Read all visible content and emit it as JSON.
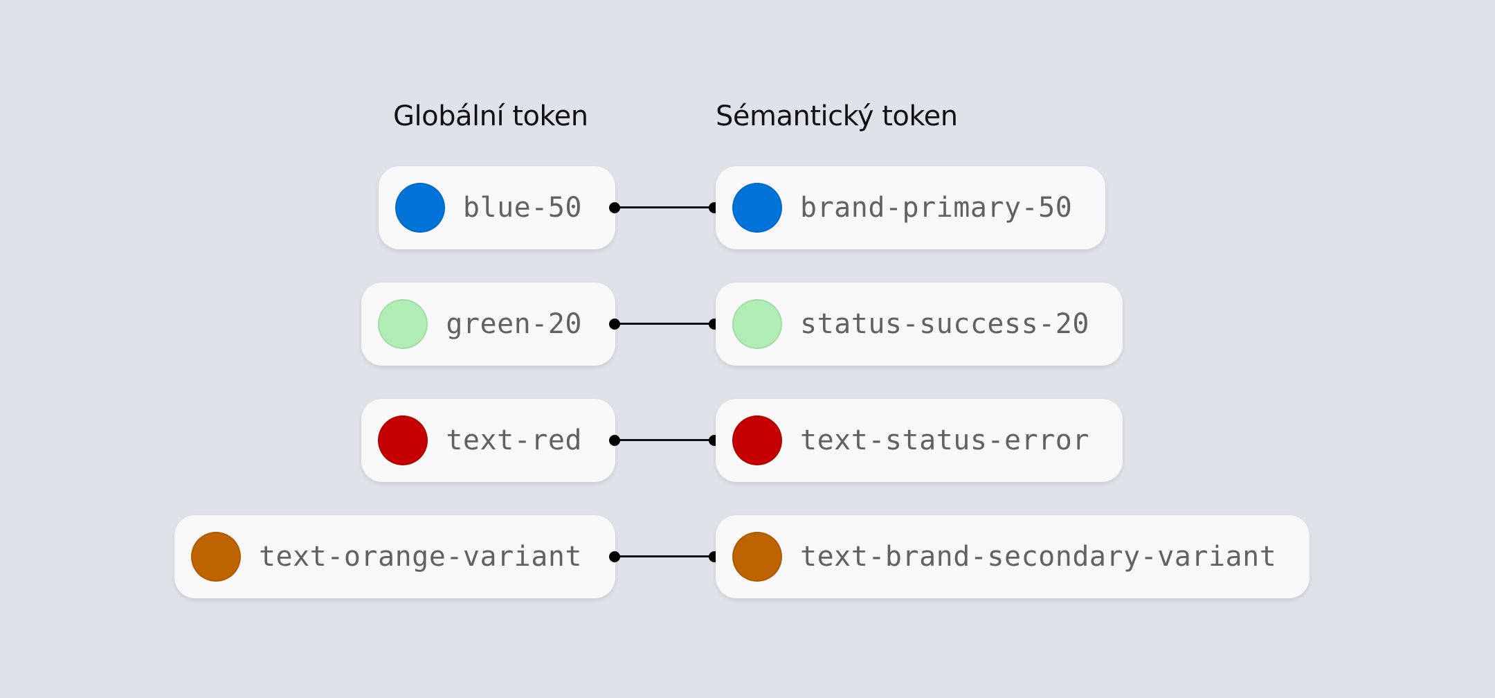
{
  "headings": {
    "global": "Globální token",
    "semantic": "Sémantický token"
  },
  "mappings": [
    {
      "global": "blue-50",
      "semantic": "brand-primary-50",
      "color": "#0274d9"
    },
    {
      "global": "green-20",
      "semantic": "status-success-20",
      "color": "#b1eeb6"
    },
    {
      "global": "text-red",
      "semantic": "text-status-error",
      "color": "#c40001"
    },
    {
      "global": "text-orange-variant",
      "semantic": "text-brand-secondary-variant",
      "color": "#bd6300"
    }
  ]
}
